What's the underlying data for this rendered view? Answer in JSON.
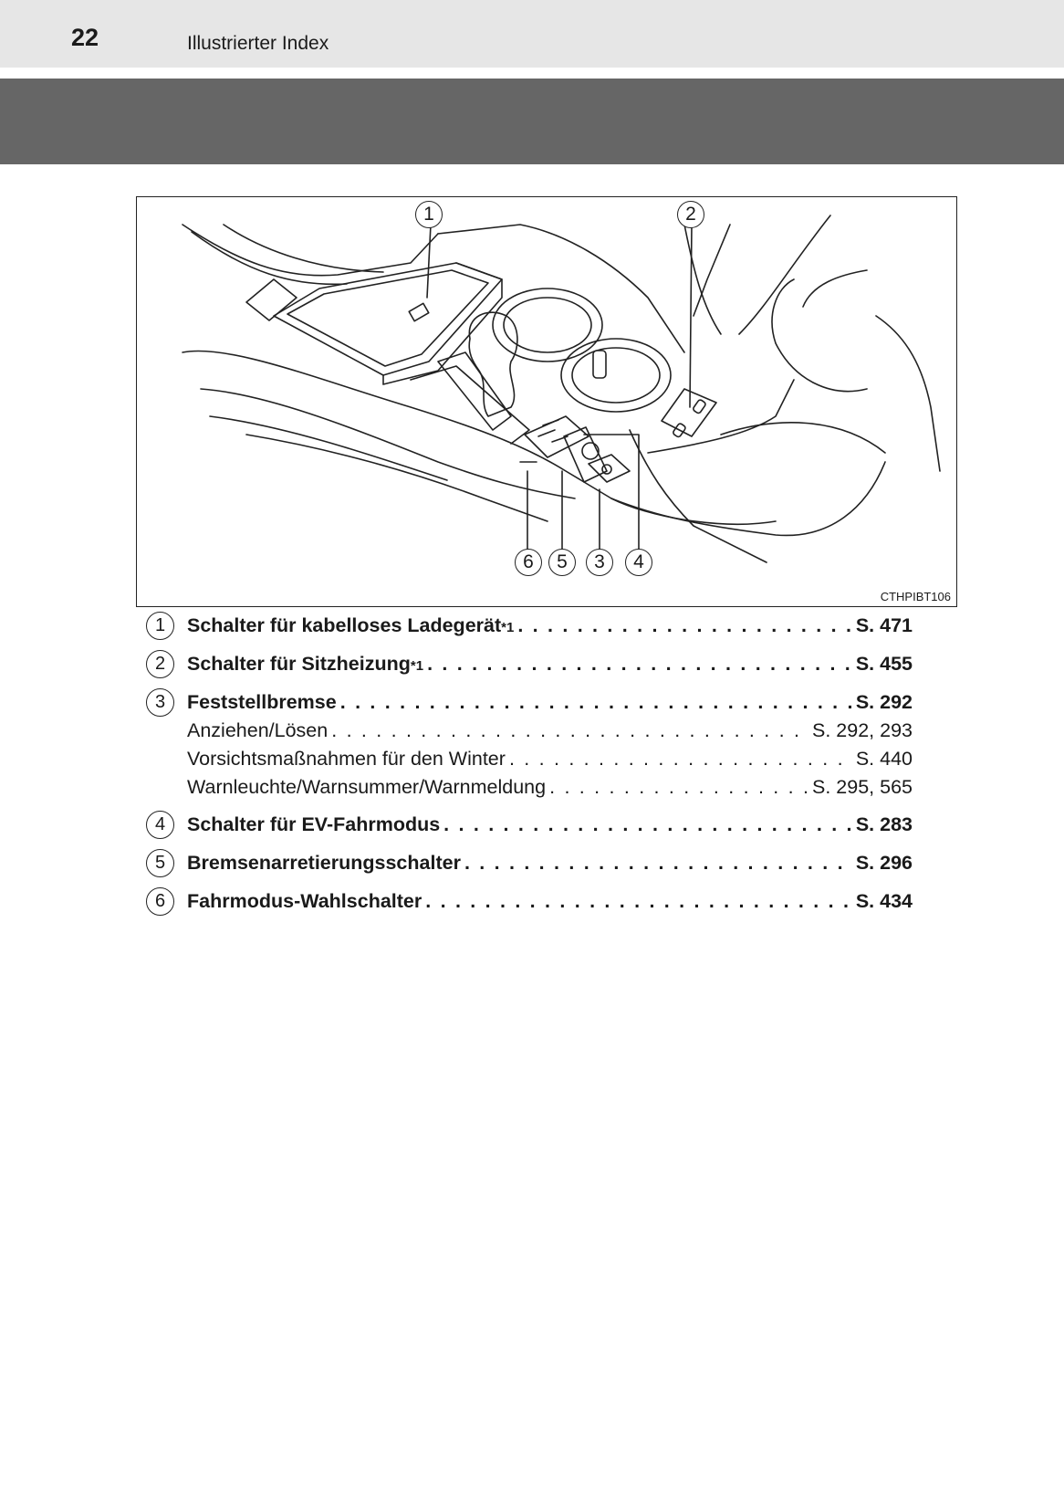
{
  "header": {
    "page_number": "22",
    "section_title": "Illustrierter Index"
  },
  "figure": {
    "code": "CTHPIBT106",
    "callouts": [
      "1",
      "2",
      "6",
      "5",
      "3",
      "4"
    ]
  },
  "entries": [
    {
      "num": "1",
      "label": "Schalter für kabelloses Ladegerät",
      "note": "*1",
      "page": "S. 471"
    },
    {
      "num": "2",
      "label": "Schalter für Sitzheizung",
      "note": "*1",
      "page": "S. 455"
    },
    {
      "num": "3",
      "label": "Feststellbremse",
      "page": "S. 292",
      "sub": [
        {
          "label": "Anziehen/Lösen",
          "page": "S. 292, 293"
        },
        {
          "label": "Vorsichtsmaßnahmen für den Winter",
          "page": "S. 440"
        },
        {
          "label": "Warnleuchte/Warnsummer/Warnmeldung",
          "page": "S. 295, 565"
        }
      ]
    },
    {
      "num": "4",
      "label": "Schalter für EV-Fahrmodus",
      "page": "S. 283"
    },
    {
      "num": "5",
      "label": "Bremsenarretierungsschalter",
      "page": "S. 296"
    },
    {
      "num": "6",
      "label": "Fahrmodus-Wahlschalter",
      "page": "S. 434"
    }
  ]
}
